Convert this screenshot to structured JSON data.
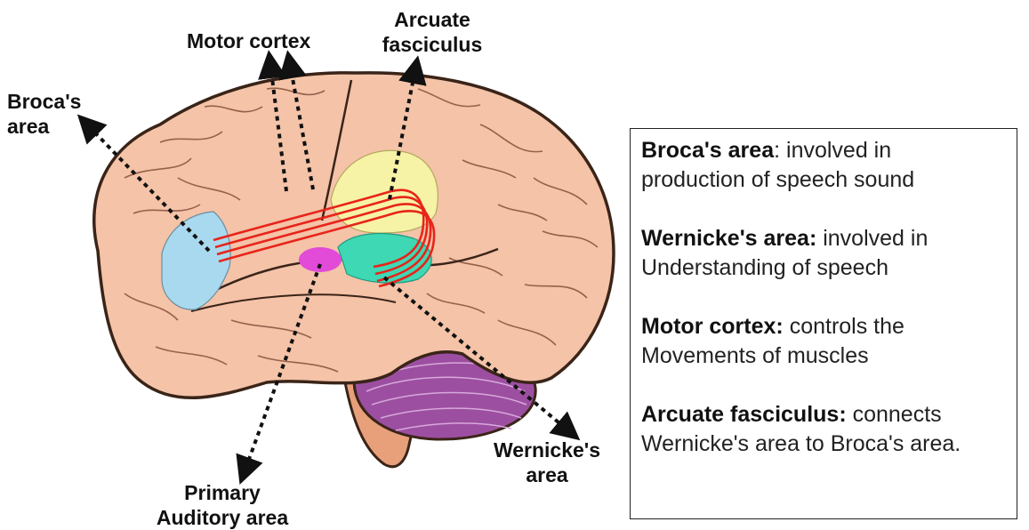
{
  "callouts": {
    "broca": [
      "Broca's",
      "area"
    ],
    "motor_cortex": [
      "Motor cortex"
    ],
    "arcuate": [
      "Arcuate",
      "fasciculus"
    ],
    "primary_auditory": [
      "Primary",
      "Auditory area"
    ],
    "wernicke": [
      "Wernicke's",
      "area"
    ]
  },
  "info": [
    {
      "term": "Broca's area",
      "sep": ": ",
      "line1_rest": "involved in",
      "line2": "production of speech sound"
    },
    {
      "term": "Wernicke's area:",
      "sep": " ",
      "line1_rest": "involved in",
      "line2": "Understanding of speech"
    },
    {
      "term": "Motor cortex:",
      "sep": " ",
      "line1_rest": "controls the",
      "line2": "Movements of muscles"
    },
    {
      "term": "Arcuate fasciculus:",
      "sep": " ",
      "line1_rest": "connects",
      "line2": "Wernicke's area to Broca's area."
    }
  ],
  "colors": {
    "brain": "#f4c3a8",
    "brain_outline": "#3a2418",
    "broca_region": "#a9d9ee",
    "motor_region": "#f7f3a6",
    "wernicke_region": "#3ed8b4",
    "auditory_region": "#e24ad8",
    "arcuate_fibers": "#e8241a",
    "cerebellum": "#9c4fa0",
    "brainstem": "#e8a07a"
  }
}
